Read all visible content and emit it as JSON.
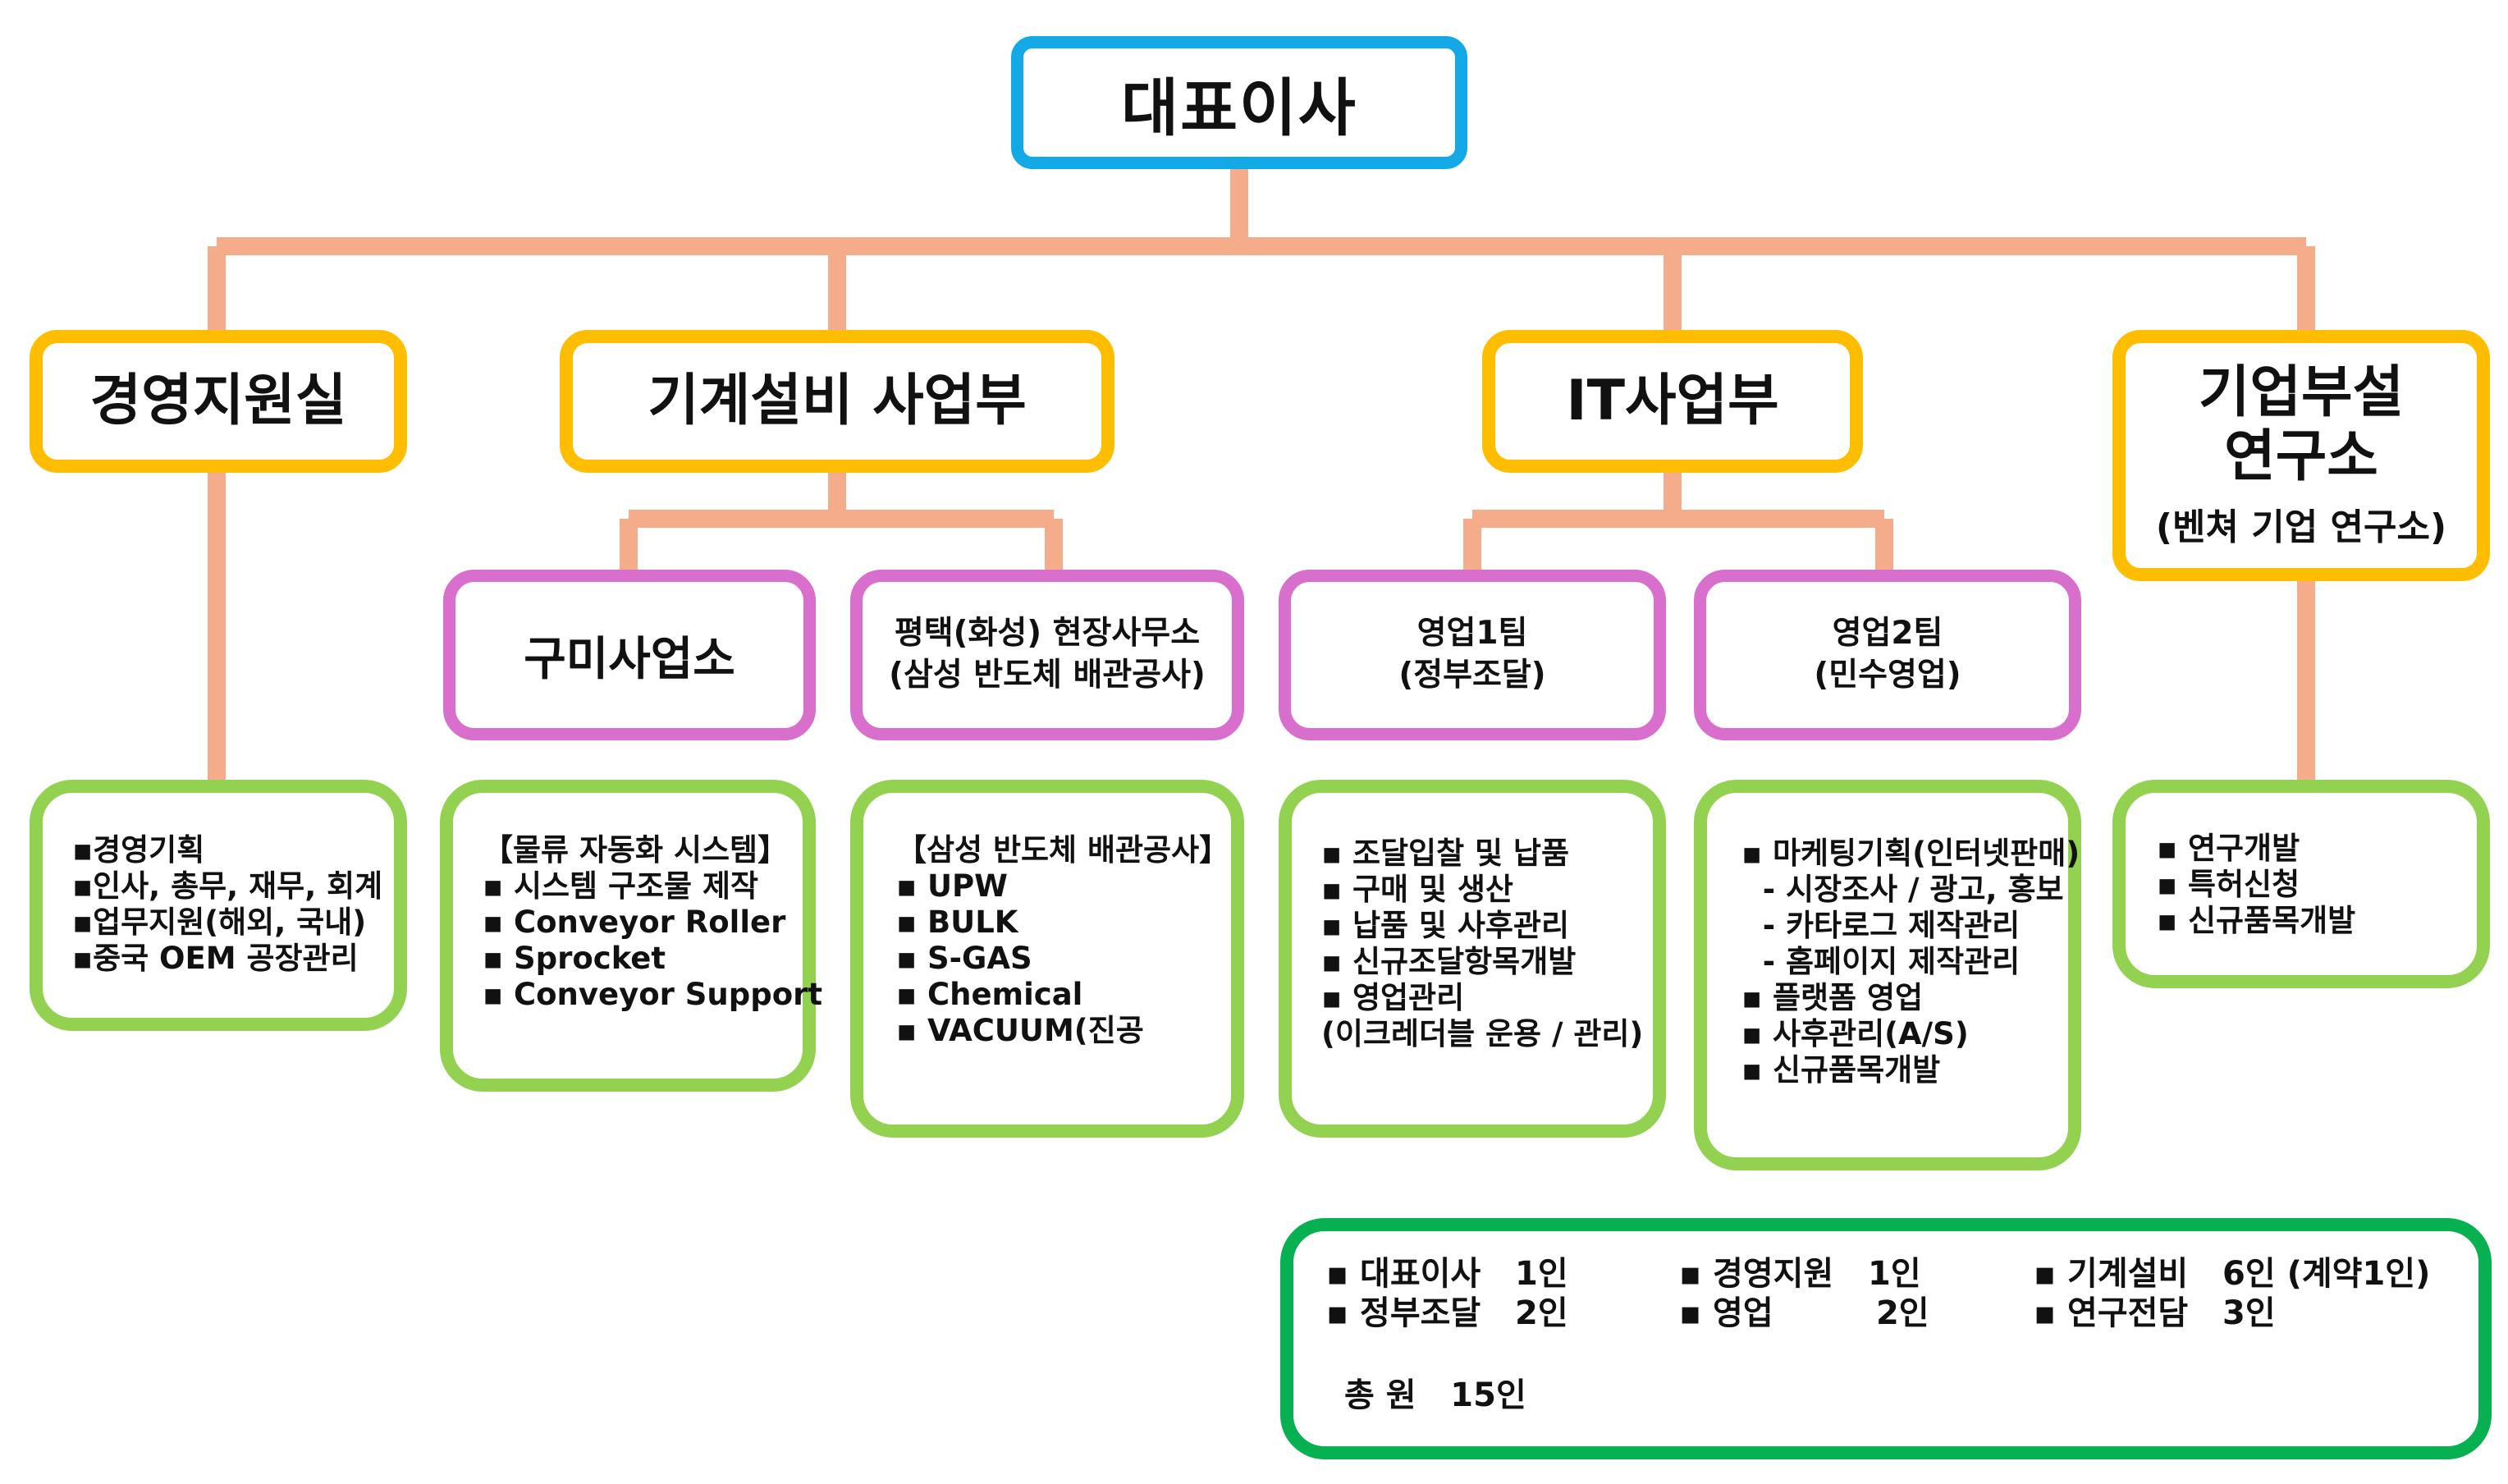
{
  "colors": {
    "connector": "#f4ac8a",
    "ceo_border": "#13a8e6",
    "dept_border": "#ffbd00",
    "team_border": "#d86fcc",
    "duty_border": "#93d151",
    "summary_border": "#07b050"
  },
  "ceo": {
    "label": "대표이사"
  },
  "departments": {
    "management": {
      "label": "경영지원실"
    },
    "machinery": {
      "label": "기계설비 사업부"
    },
    "it": {
      "label": "IT사업부"
    },
    "lab": {
      "label_line1": "기업부설",
      "label_line2": "연구소",
      "sub": "(벤쳐 기업 연구소)"
    }
  },
  "teams": {
    "gumi": {
      "label": "구미사업소"
    },
    "pyeongtaek": {
      "line1": "평택(화성) 현장사무소",
      "line2": "(삼성 반도체 배관공사)"
    },
    "sales1": {
      "line1": "영업1팀",
      "line2": "(정부조달)"
    },
    "sales2": {
      "line1": "영업2팀",
      "line2": "(민수영업)"
    }
  },
  "duties": {
    "management": [
      "▪경영기획",
      "▪인사, 총무, 재무, 회계",
      "▪업무지원(해외, 국내)",
      "▪중국 OEM 공장관리"
    ],
    "gumi": [
      "【물류 자동화 시스템】",
      "",
      "▪ 시스템 구조물 제작",
      "▪ Conveyor Roller",
      "▪ Sprocket",
      "▪ Conveyor Support"
    ],
    "pyeongtaek": [
      "【삼성 반도체 배관공사】",
      "",
      "▪ UPW",
      "▪ BULK",
      "▪ S-GAS",
      "▪ Chemical",
      "▪ VACUUM(진공"
    ],
    "sales1": [
      "▪ 조달입찰 및 납품",
      "▪ 구매 및 생산",
      "▪ 납품 및 사후관리",
      "▪ 신규조달항목개발",
      "",
      "▪ 영업관리",
      "(이크레더블 운용 / 관리)"
    ],
    "sales2": [
      "▪ 마케팅기획(인터넷판매)",
      "  - 시장조사 / 광고, 홍보",
      "  - 카타로그 제작관리",
      "  - 홈페이지 제작관리",
      "",
      "▪ 플랫폼 영업",
      "▪ 사후관리(A/S)",
      "▪ 신규품목개발"
    ],
    "lab": [
      "▪ 연구개발",
      "▪ 특허신청",
      "▪ 신규품목개발"
    ]
  },
  "staffing": {
    "col1": [
      "▪ 대표이사   1인",
      "▪ 정부조달   2인"
    ],
    "col2": [
      "▪ 경영지원   1인",
      "▪ 영업         2인"
    ],
    "col3": [
      "▪ 기계설비   6인 (계약1인)",
      "▪ 연구전담   3인"
    ],
    "total": "총 원   15인"
  }
}
